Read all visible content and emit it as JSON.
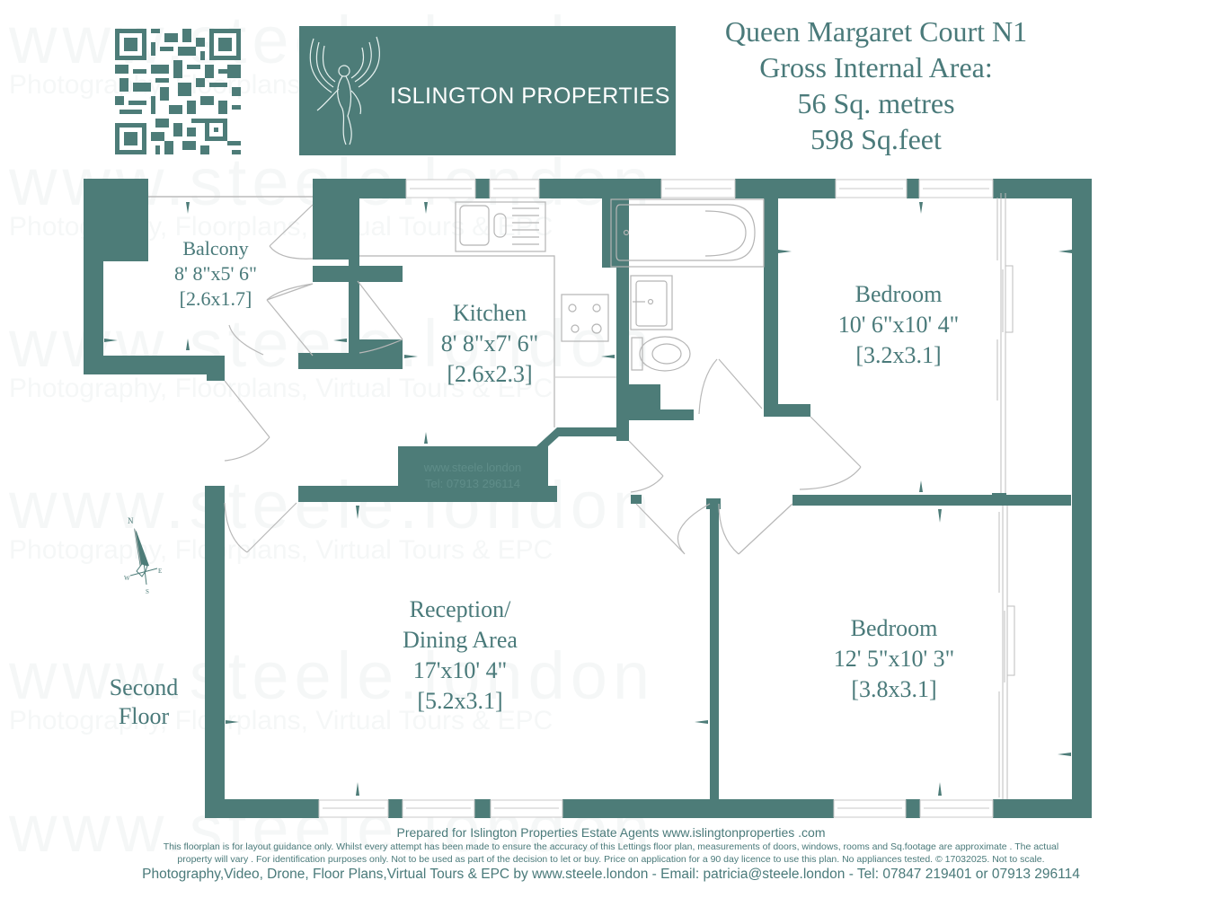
{
  "header": {
    "property_name": "Queen Margaret Court N1",
    "area_label": "Gross Internal Area:",
    "area_metric": "56 Sq. metres",
    "area_imperial": "598 Sq.feet"
  },
  "logo": {
    "brand": "ISLINGTON PROPERTIES",
    "background_color": "#4d7c78",
    "icon": "winged-figure-icon"
  },
  "qr_code": {
    "icon": "qr-code-icon"
  },
  "floor_label": {
    "line1": "Second",
    "line2": "Floor"
  },
  "compass": {
    "n": "N",
    "e": "E",
    "s": "S",
    "w": "W"
  },
  "rooms": [
    {
      "id": "balcony",
      "name": "Balcony",
      "imperial": "8' 8\"x5' 6\"",
      "metric": "[2.6x1.7]"
    },
    {
      "id": "kitchen",
      "name": "Kitchen",
      "imperial": "8' 8\"x7' 6\"",
      "metric": "[2.6x2.3]"
    },
    {
      "id": "bedroom1",
      "name": "Bedroom",
      "imperial": "10' 6\"x10' 4\"",
      "metric": "[3.2x3.1]"
    },
    {
      "id": "reception",
      "name": "Reception/",
      "name2": "Dining Area",
      "imperial": "17'x10' 4\"",
      "metric": "[5.2x3.1]"
    },
    {
      "id": "bedroom2",
      "name": "Bedroom",
      "imperial": "12' 5\"x10' 3\"",
      "metric": "[3.8x3.1]"
    }
  ],
  "watermark": {
    "big": "www.steele.london",
    "small": "Photography, Floorplans, Virtual Tours & EPC",
    "wall_line1": "www.steele.london",
    "wall_line2": "Tel: 07913 296114"
  },
  "colors": {
    "wall": "#4d7c78",
    "text": "#4a7a7a",
    "fixture_line": "#b8b8b8"
  },
  "footer": {
    "prepared_for": "Prepared for  Islington Properties  Estate Agents  www.islingtonproperties .com",
    "disclaimer_line1": "This floorplan is for layout guidance only.  Whilst every attempt has been made to ensure the accuracy of this   Lettings floor plan, measurements of doors, windows, rooms and Sq.footage are approximate   . The actual",
    "disclaimer_line2": "property will vary . For identification purposes only. Not to be used as part of the decision to   let or buy. Price on application for a 90 day licence to use this plan. No appliances tested. ©   17032025. Not to scale.",
    "credits": "Photography,Video, Drone, Floor Plans,Virtual Tours & EPC by  www.steele.london - Email: patricia@steele.london - Tel: 07847 219401  or 07913 296114"
  }
}
